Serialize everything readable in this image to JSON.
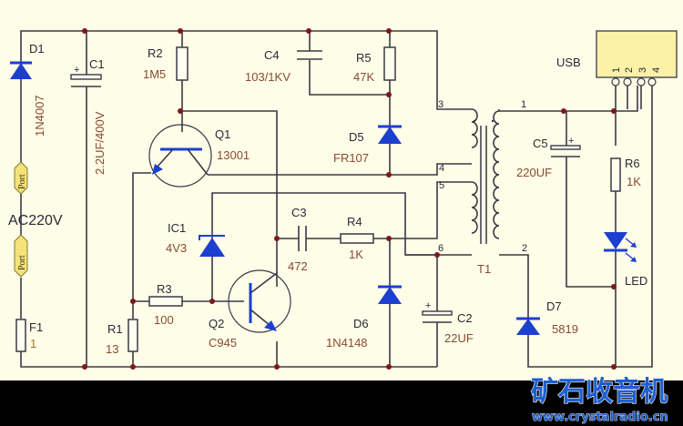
{
  "diagram": {
    "type": "circuit-schematic",
    "title": "AC220V to USB flyback charger",
    "input_label": "AC220V",
    "port_label": "Port",
    "colors": {
      "background": "#fdfde8",
      "wire": "#3a3a46",
      "diode_fill": "#1d3fcf",
      "value_text": "#8a4a30",
      "junction": "#7a1a1a",
      "port_fill": "#f4e27a",
      "usb_fill": "#fbf2a8",
      "watermark": "#1d5fd0"
    },
    "components": {
      "D1": {
        "ref": "D1",
        "value": "1N4007"
      },
      "C1": {
        "ref": "C1",
        "value": "2.2UF/400V",
        "polarity": "+"
      },
      "F1": {
        "ref": "F1",
        "value": "1"
      },
      "R1": {
        "ref": "R1",
        "value": "13"
      },
      "R2": {
        "ref": "R2",
        "value": "1M5"
      },
      "R3": {
        "ref": "R3",
        "value": "100"
      },
      "R4": {
        "ref": "R4",
        "value": "1K"
      },
      "R5": {
        "ref": "R5",
        "value": "47K"
      },
      "R6": {
        "ref": "R6",
        "value": "1K"
      },
      "C2": {
        "ref": "C2",
        "value": "22UF",
        "polarity": "+"
      },
      "C3": {
        "ref": "C3",
        "value": "472"
      },
      "C4": {
        "ref": "C4",
        "value": "103/1KV"
      },
      "C5": {
        "ref": "C5",
        "value": "220UF",
        "polarity": "+"
      },
      "Q1": {
        "ref": "Q1",
        "value": "13001"
      },
      "Q2": {
        "ref": "Q2",
        "value": "C945"
      },
      "IC1": {
        "ref": "IC1",
        "value": "4V3"
      },
      "D5": {
        "ref": "D5",
        "value": "FR107"
      },
      "D6": {
        "ref": "D6",
        "value": "1N4148"
      },
      "D7": {
        "ref": "D7",
        "value": "5819"
      },
      "LED": {
        "ref": "LED"
      },
      "T1": {
        "ref": "T1",
        "pins": [
          "1",
          "2",
          "3",
          "4",
          "5",
          "6"
        ]
      },
      "USB": {
        "ref": "USB",
        "pins": [
          "1",
          "2",
          "3",
          "4"
        ]
      }
    }
  },
  "watermark": {
    "title": "矿石收音机",
    "url": "www.crystalradio.cn"
  }
}
